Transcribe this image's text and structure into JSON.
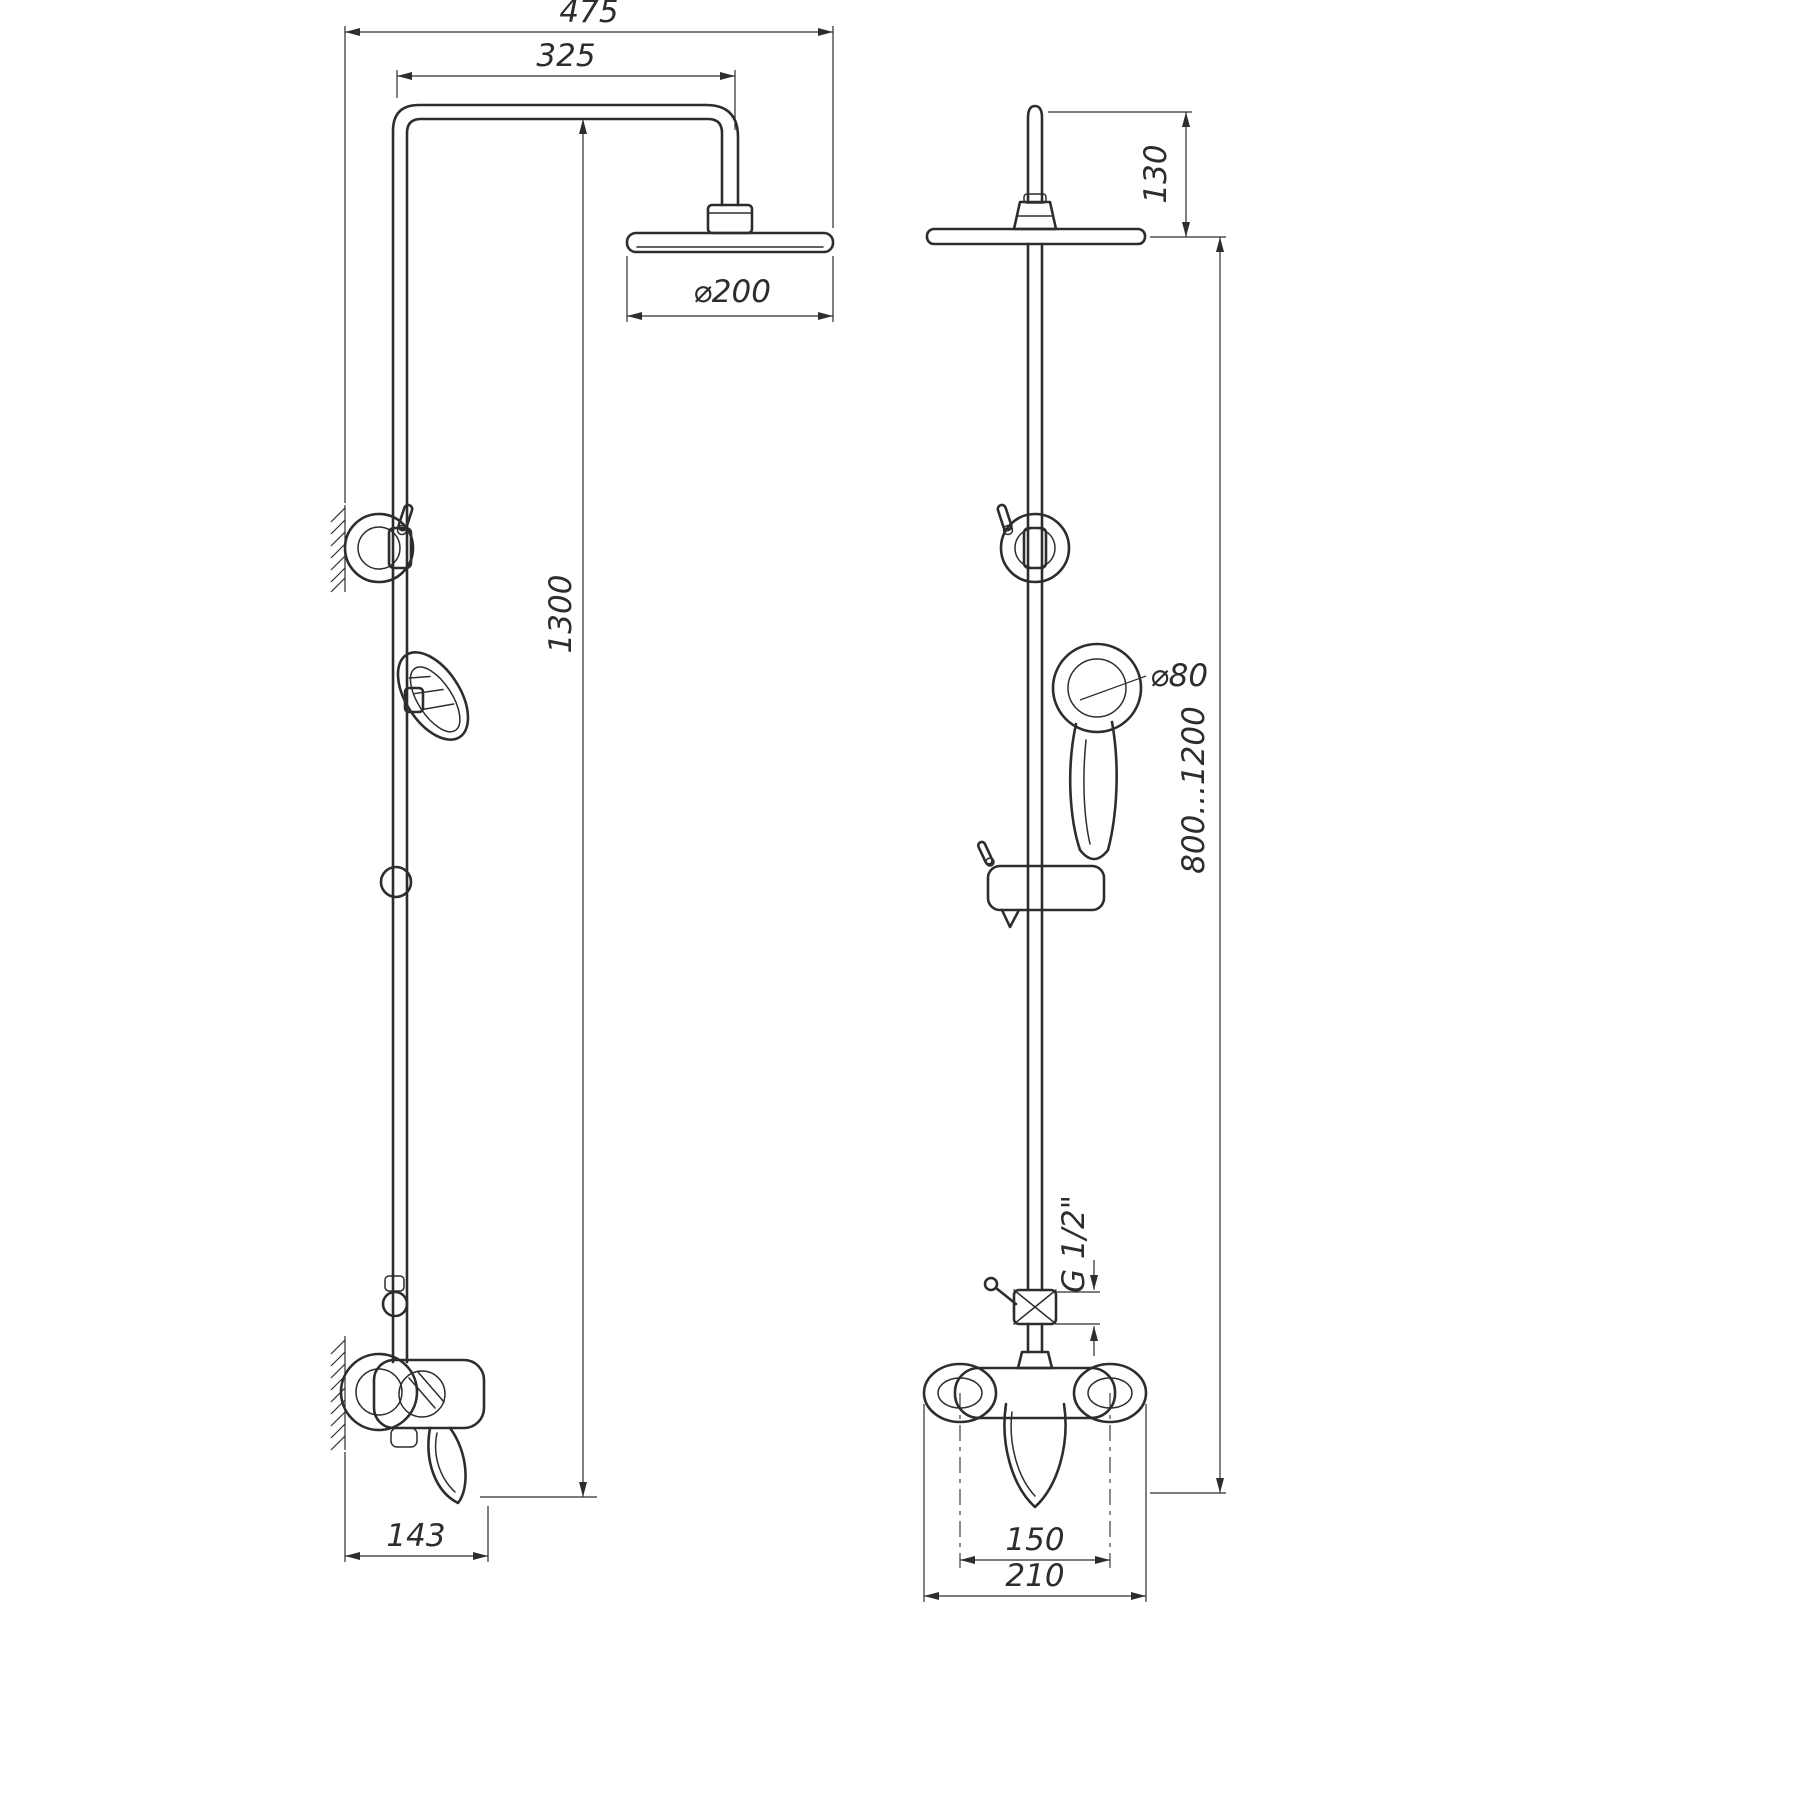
{
  "drawing": {
    "colors": {
      "line": "#2d2d2d",
      "background": "#ffffff"
    },
    "views": {
      "side": {
        "dimensions": {
          "total_width": "475",
          "arm_reach": "325",
          "head_diameter": "⌀200",
          "column_height": "1300",
          "mixer_depth": "143"
        }
      },
      "front": {
        "dimensions": {
          "head_drop": "130",
          "handset_diameter": "⌀80",
          "install_height": "800...1200",
          "thread_size": "G 1/2\"",
          "inlet_spacing": "150",
          "mixer_width": "210"
        }
      }
    }
  }
}
